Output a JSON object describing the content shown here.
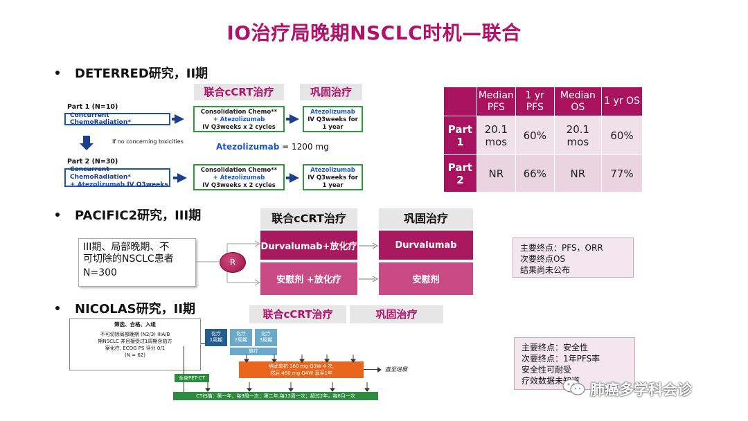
{
  "title": "IO治疗局晚期NSCLC时机—联合",
  "deterred": {
    "bullet": "DETERRED研究，II期",
    "hdr_ccrt": "联合cCRT治疗",
    "hdr_maint": "巩固治疗",
    "part1_label": "Part 1 (N=10)",
    "part1_box": "Concurrent ChemoRadiation*",
    "consol_line1": "Consolidation Chemo**",
    "consol_line2": "+ Atezolizumab",
    "consol_line3": "IV Q3weeks x 2 cycles",
    "maint_line1": "Atezolizumab",
    "maint_line2": "IV Q3weeks for",
    "maint_line3": "1 year",
    "if_no_tox": "If no concerning toxicities",
    "dose_drug": "Atezolizumab",
    "dose_value": " = 1200 mg",
    "part2_label": "Part 2 (N=30)",
    "part2_box_line1": "Concurrent ChemoRadiation*",
    "part2_box_line2a": "+ ",
    "part2_box_line2b": "Atezolizumab",
    "part2_box_line2c": " IV Q3weeks",
    "consol2_line1": "Consolidation Chemo**",
    "consol2_line2": "+ Atezolizumab",
    "consol2_line3": "IV Q3weeks x 2 cycles",
    "maint2_line1": "Atezolizumab",
    "maint2_line2": "IV Q3weeks for",
    "maint2_line3": "1 year"
  },
  "results_table": {
    "headers": [
      "",
      "Median PFS",
      "1 yr PFS",
      "Median OS",
      "1 yr OS"
    ],
    "rows": [
      {
        "label": "Part 1",
        "cells": [
          "20.1 mos",
          "60%",
          "20.1 mos",
          "60%"
        ]
      },
      {
        "label": "Part 2",
        "cells": [
          "NR",
          "66%",
          "NR",
          "77%"
        ]
      }
    ]
  },
  "pacific2": {
    "bullet": "PACIFIC2研究，III期",
    "hdr_ccrt": "联合cCRT治疗",
    "hdr_maint": "巩固治疗",
    "patients_line1": "III期、局部晚期、不",
    "patients_line2": "可切除的NSCLC患者",
    "patients_n": "N=300",
    "random": "R",
    "arm1_ccrt": "Durvalumab+放化疗",
    "arm1_maint": "Durvalumab",
    "arm2_ccrt": "安慰剂 +放化疗",
    "arm2_maint": "安慰剂",
    "note_line1": "主要终点：PFS，ORR",
    "note_line2": "次要终点OS",
    "note_line3": "结果尚未公布"
  },
  "nicolas": {
    "bullet": "NICOLAS研究，II期",
    "hdr_ccrt": "联合cCRT治疗",
    "hdr_maint": "巩固治疗",
    "screen_title": "筛选、合格、入组",
    "screen_line1": "不可切除局部晚期 (N2/3) IIIA/B",
    "screen_line2": "期NSCLC 并且接受过1周期含铂方",
    "screen_line3": "案化疗, ECOG PS 评分 0/1",
    "screen_line4": "(N = 62)",
    "chemo1": "化疗",
    "chemo1_w": "1周期",
    "chemo2": "化疗",
    "chemo2_w": "2周期",
    "chemo3": "化疗",
    "chemo3_w": "3周期",
    "rt": "放疗",
    "nivo_line1": "纳武单抗 360 mg Q3W 4 次,",
    "nivo_line2": "然后 480 mg Q4W 直至1年",
    "progression": "直至进展",
    "pet": "全身PET-CT",
    "ct": "CT扫描：第一年，每9周一次；第二年,每12周一次；超过2年，每6月一次",
    "note_line1": "主要终点：安全性",
    "note_line2": "次要终点：1年PFS率",
    "note_line3": "安全性可耐受",
    "note_line4": "疗效数据未知道"
  },
  "watermark": "肺癌多学科会诊",
  "colors": {
    "accent": "#b0126a",
    "pink_dark": "#a8195f",
    "blue": "#1a55a8",
    "green": "#2b9a3b"
  }
}
